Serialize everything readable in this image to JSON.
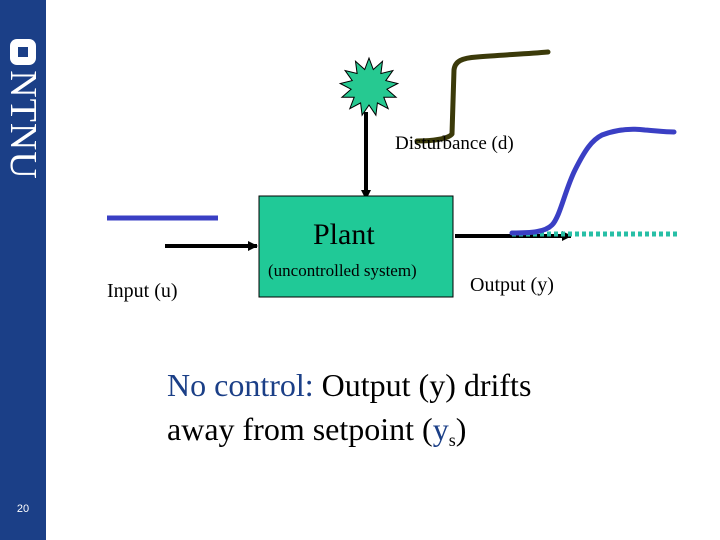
{
  "sidebar": {
    "logo_text": "NTNU",
    "page_number": "20"
  },
  "diagram": {
    "disturbance_label": "Disturbance (d)",
    "plant_title": "Plant",
    "plant_subtitle": "(uncontrolled system)",
    "input_label": "Input (u)",
    "output_label": "Output (y)"
  },
  "caption": {
    "highlight": "No control:",
    "line1_rest": " Output (y) drifts",
    "line2_start": "away from setpoint (",
    "sub_base": "y",
    "sub_index": "s",
    "line2_end": ")"
  },
  "colors": {
    "sidebar": "#1b3f87",
    "plant_fill": "#20c997",
    "starburst_fill": "#26c991",
    "disturbance_curve": "#3b3a0a",
    "input_line": "#3a3fc4",
    "output_curve": "#3a3fc4",
    "setpoint_dotted": "#27bfa6",
    "accent": "#1b3f87"
  }
}
